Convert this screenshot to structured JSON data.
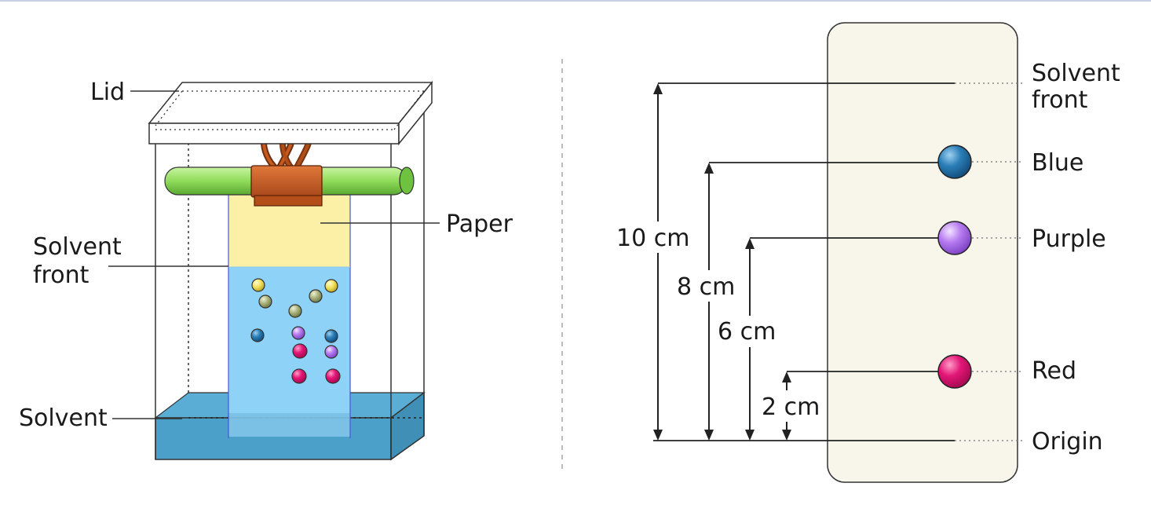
{
  "left_diagram": {
    "labels": {
      "lid": "Lid",
      "paper": "Paper",
      "solvent_front_line1": "Solvent",
      "solvent_front_line2": "front",
      "solvent": "Solvent"
    }
  },
  "right_diagram": {
    "labels": {
      "solvent_front_line1": "Solvent",
      "solvent_front_line2": "front",
      "blue": "Blue",
      "purple": "Purple",
      "red": "Red",
      "origin": "Origin"
    },
    "distances": {
      "solvent_front": "10 cm",
      "blue": "8 cm",
      "purple": "6 cm",
      "red": "2 cm"
    },
    "spot_colors": {
      "blue": "#1e6fa6",
      "purple": "#b26ee8",
      "red": "#e0136e"
    }
  },
  "colors": {
    "solvent": "#4aa0c8",
    "paper_dry": "#fbf0a6",
    "paper_wet": "#8fd2f7",
    "rod": "#8fdc5a",
    "clip": "#c65a1c",
    "strip": "#f8f5eb"
  }
}
